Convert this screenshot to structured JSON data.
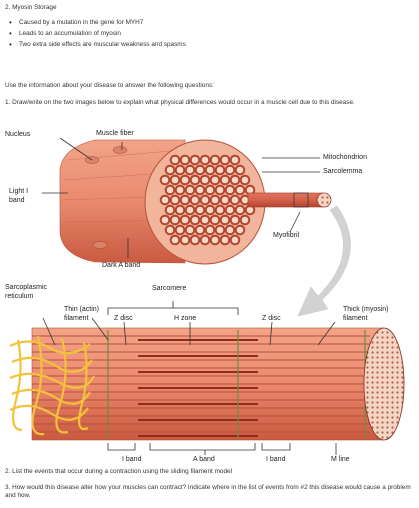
{
  "heading": "2. Myosin Storage",
  "bullets": [
    "Caused by a mutation in the gene for MYH7",
    "Leads to an accumulation of myosin",
    "Two extra side effects are muscular weakness and spasms"
  ],
  "instruction": "Use the information about your disease to answer the following questions:",
  "question1": "1. Draw/write on the two images below to explain what physical differences would occur in a muscle cell due to this disease.",
  "figure_labels": {
    "nucleus": "Nucleus",
    "muscle_fiber": "Muscle fiber",
    "mitochondrion": "Mitochondrion",
    "sarcolemma": "Sarcolemma",
    "light_band_1": "Light I",
    "light_band_2": "band",
    "myofibril": "Myofibril",
    "dark_band": "Dark A band",
    "sarcomere": "Sarcomere",
    "sarcoplasmic_1": "Sarcoplasmic",
    "sarcoplasmic_2": "reticulum",
    "thin_filament_1": "Thin (actin)",
    "thin_filament_2": "filament",
    "z_disc_left": "Z disc",
    "h_zone": "H zone",
    "z_disc_right": "Z disc",
    "thick_filament_1": "Thick (myosin)",
    "thick_filament_2": "filament",
    "i_band_left": "I band",
    "a_band": "A band",
    "i_band_right": "I band",
    "m_line": "M line"
  },
  "question2": "2. List the events that occur during a contraction using the sliding filament model",
  "question3": "3. How would this disease alter how your muscles can contract?  Indicate where in the list of events from #2 this disease would cause a problem and how.",
  "colors": {
    "muscle_fill": "#e98a6e",
    "muscle_dark": "#d16a4f",
    "myofibril_border": "#b4442f",
    "sr_yellow": "#f3c23d",
    "arrow_gray": "#cfcfcf",
    "text": "#333333"
  }
}
